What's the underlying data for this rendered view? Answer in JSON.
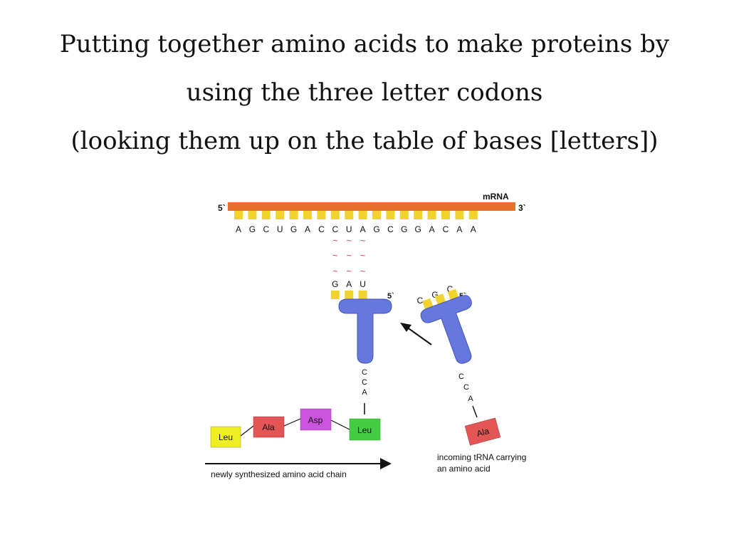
{
  "title": {
    "line1": "Putting together amino acids to make proteins by",
    "line2": "using the three letter codons",
    "line3": "(looking them up on the table of bases [letters])"
  },
  "diagram": {
    "mrna_label": "mRNA",
    "mrna_five_prime": "5`",
    "mrna_three_prime": "3`",
    "mrna_bases": [
      "A",
      "G",
      "C",
      "U",
      "G",
      "A",
      "C",
      "C",
      "U",
      "A",
      "G",
      "C",
      "G",
      "G",
      "A",
      "C",
      "A",
      "A"
    ],
    "bond_symbol": "~",
    "trna_bound_anticodon": [
      "G",
      "A",
      "U"
    ],
    "trna_bound_five_prime": "5`",
    "trna_bound_tail": [
      "C",
      "C",
      "A"
    ],
    "trna_incoming_anticodon": [
      "C",
      "G",
      "C"
    ],
    "trna_incoming_five_prime": "5`",
    "trna_incoming_tail": [
      "C",
      "C",
      "A"
    ],
    "chain": [
      {
        "label": "Leu",
        "color": "#eeee22"
      },
      {
        "label": "Ala",
        "color": "#e45555"
      },
      {
        "label": "Asp",
        "color": "#cc55dd"
      },
      {
        "label": "Leu",
        "color": "#44cc44"
      }
    ],
    "incoming_amino_acid": {
      "label": "Ala",
      "color": "#e45555"
    },
    "incoming_caption_line1": "incoming tRNA carrying",
    "incoming_caption_line2": "an amino acid",
    "chain_caption": "newly synthesized amino acid chain",
    "colors": {
      "mrna_strand": "#e8702a",
      "base_tab": "#f2d32e",
      "trna": "#6677dd",
      "trna_outline": "#4455bb",
      "bond": "#e04040",
      "text": "#111111"
    }
  }
}
